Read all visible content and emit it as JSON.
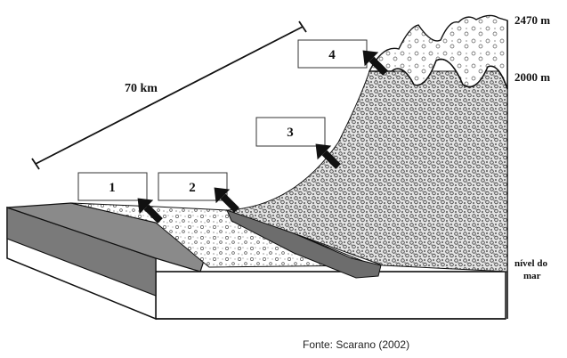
{
  "labels": {
    "box1": "1",
    "box2": "2",
    "box3": "3",
    "box4": "4"
  },
  "distance": "70 km",
  "altitude_top": "2470 m",
  "altitude_mid": "2000 m",
  "sea_level_line1": "nível do",
  "sea_level_line2": "mar",
  "source": "Fonte: Scarano (2002)"
}
